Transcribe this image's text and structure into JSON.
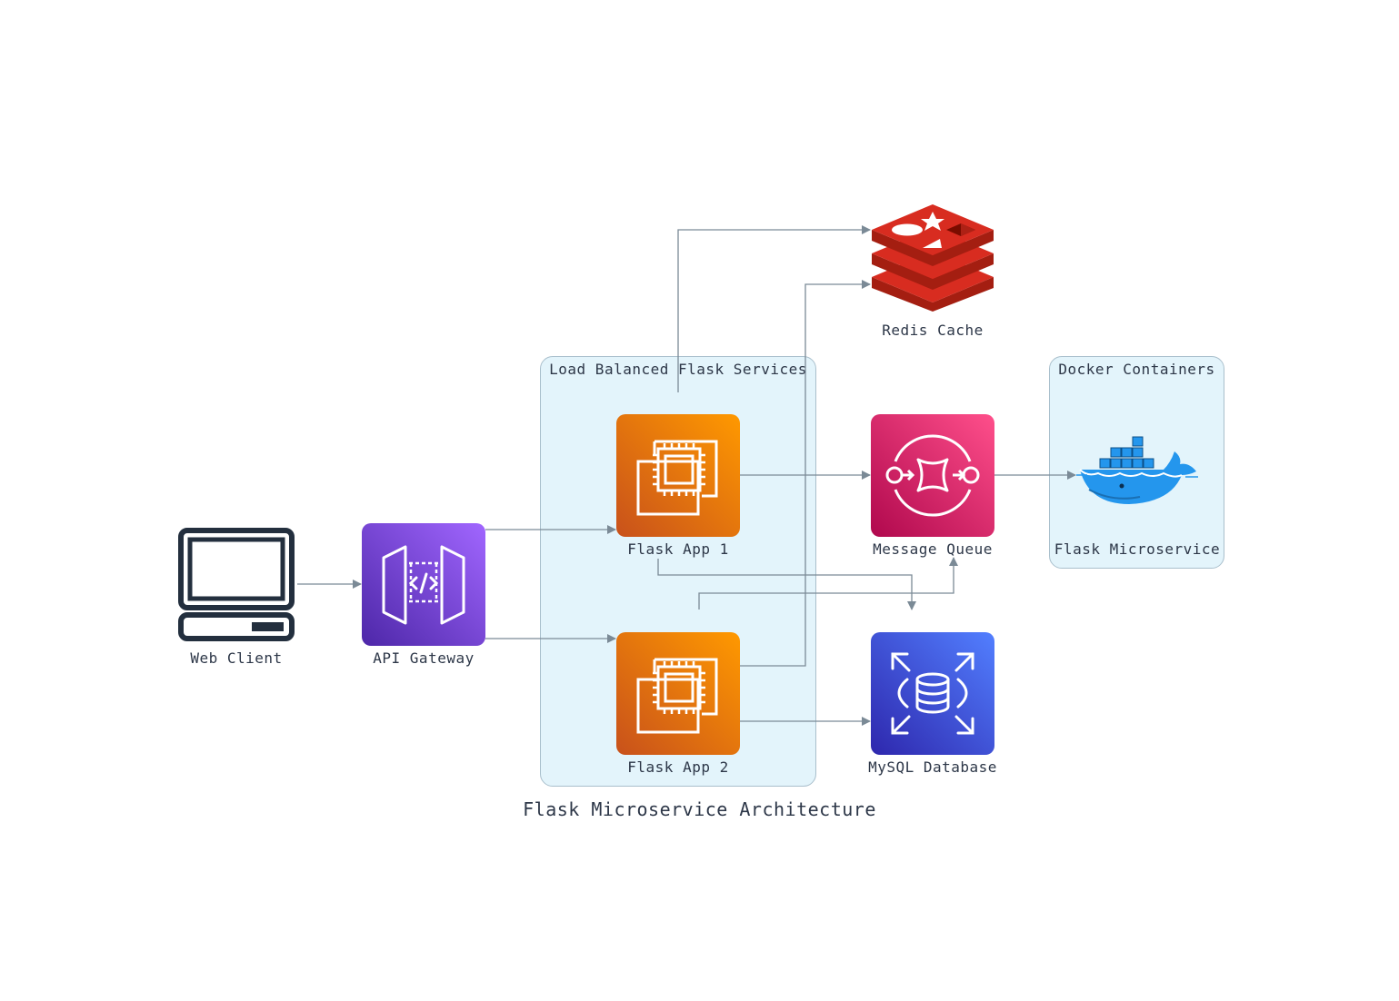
{
  "title": "Flask Microservice Architecture",
  "clusters": {
    "flask_services": {
      "label": "Load Balanced Flask Services"
    },
    "docker": {
      "label": "Docker Containers"
    }
  },
  "nodes": {
    "web_client": {
      "label": "Web Client",
      "icon": "computer-icon"
    },
    "api_gateway": {
      "label": "API Gateway",
      "icon": "api-gateway-icon",
      "color": "#7b3fd6"
    },
    "flask_app_1": {
      "label": "Flask App 1",
      "icon": "ec2-compute-icon",
      "color": "#e8730f"
    },
    "flask_app_2": {
      "label": "Flask App 2",
      "icon": "ec2-compute-icon",
      "color": "#e8730f"
    },
    "redis": {
      "label": "Redis Cache",
      "icon": "redis-icon",
      "color": "#d82c20"
    },
    "message_queue": {
      "label": "Message Queue",
      "icon": "sqs-queue-icon",
      "color": "#d6246a"
    },
    "mysql": {
      "label": "MySQL Database",
      "icon": "rds-database-icon",
      "color": "#3b48cc"
    },
    "flask_microservice": {
      "label": "Flask Microservice",
      "icon": "docker-whale-icon",
      "color": "#2496ed"
    }
  },
  "edges": [
    {
      "from": "web_client",
      "to": "api_gateway"
    },
    {
      "from": "api_gateway",
      "to": "flask_app_1"
    },
    {
      "from": "api_gateway",
      "to": "flask_app_2"
    },
    {
      "from": "flask_app_1",
      "to": "redis"
    },
    {
      "from": "flask_app_2",
      "to": "redis"
    },
    {
      "from": "flask_app_1",
      "to": "message_queue"
    },
    {
      "from": "flask_app_1",
      "to": "mysql"
    },
    {
      "from": "flask_app_2",
      "to": "message_queue"
    },
    {
      "from": "flask_app_2",
      "to": "mysql"
    },
    {
      "from": "message_queue",
      "to": "flask_microservice"
    }
  ],
  "colors": {
    "edge": "#7b8a96",
    "cluster_fill": "#e3f4fb",
    "cluster_border": "#a9bfcc"
  }
}
